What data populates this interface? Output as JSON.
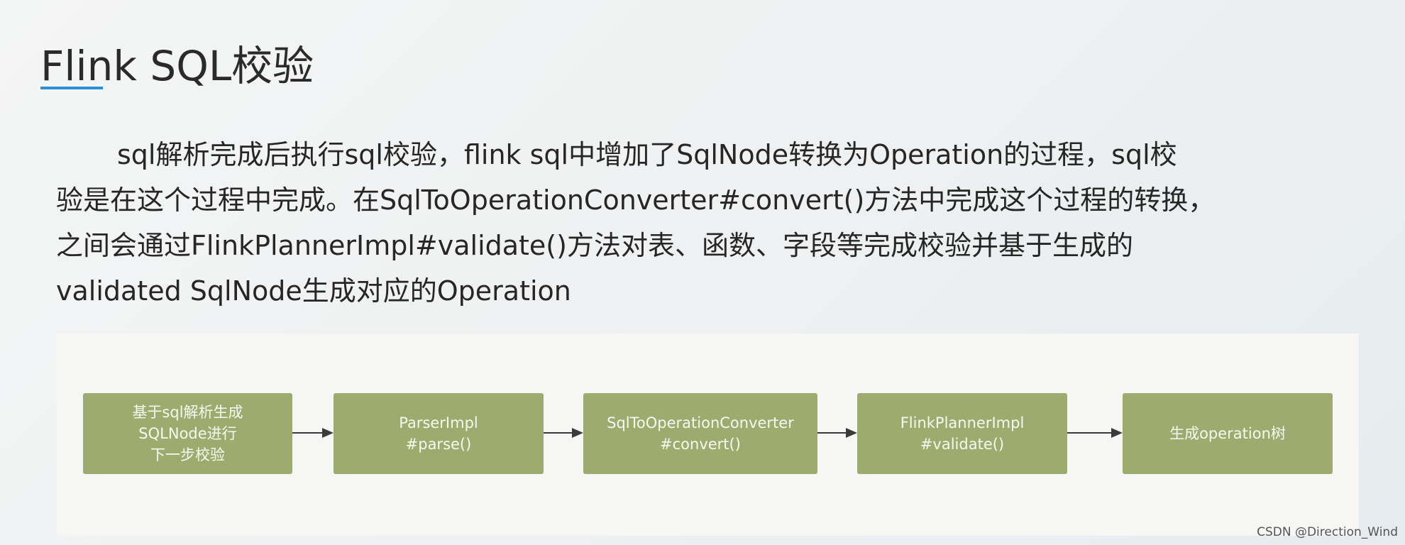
{
  "slide": {
    "title": "Flink SQL校验",
    "accent_color": "#2e8fd6"
  },
  "body": {
    "lines": [
      "sql解析完成后执行sql校验，flink sql中增加了SqlNode转换为Operation的过程，sql校",
      "验是在这个过程中完成。在SqlToOperationConverter#convert()方法中完成这个过程的转换，",
      "之间会通过FlinkPlannerImpl#validate()方法对表、函数、字段等完成校验并基于生成的",
      "validated SqlNode生成对应的Operation"
    ]
  },
  "diagram": {
    "box_color": "#9dac6e",
    "arrow_color": "#3b3b3b",
    "steps": [
      {
        "label": "基于sql解析生成\nSQLNode进行\n下一步校验"
      },
      {
        "label": "ParserImpl\n#parse()"
      },
      {
        "label": "SqlToOperationConverter\n#convert()"
      },
      {
        "label": "FlinkPlannerImpl\n#validate()"
      },
      {
        "label": "生成operation树"
      }
    ]
  },
  "watermark": "CSDN @Direction_Wind"
}
